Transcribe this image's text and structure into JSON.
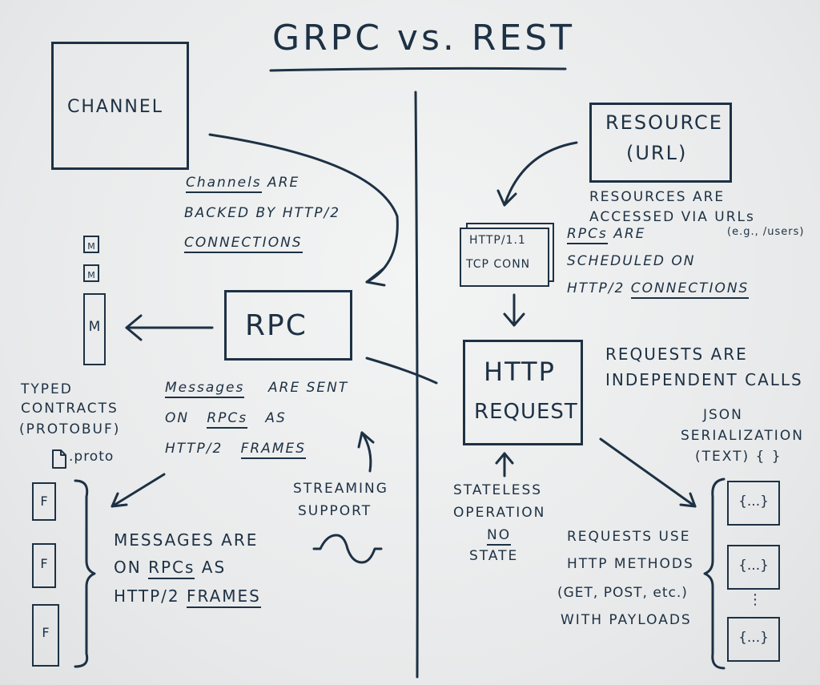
{
  "title": "GRPC vs. REST",
  "grpc": {
    "channel": "CHANNEL",
    "channels_note": {
      "line1_word": "Channels",
      "line1_rest": " ARE",
      "line2": "BACKED BY HTTP/2",
      "line3": "CONNECTIONS"
    },
    "msg_stack": [
      "M",
      "M",
      "M"
    ],
    "rpc": "RPC",
    "typed_contracts": [
      "TYPED",
      "CONTRACTS",
      "(PROTOBUF)"
    ],
    "proto_file": ".proto",
    "messages_sent": {
      "w1": "Messages",
      "w2": "ARE SENT",
      "w3": "ON",
      "w4": "RPCs",
      "w5": "AS",
      "w6": "HTTP/2",
      "w7": "FRAMES"
    },
    "streaming": [
      "STREAMING",
      "SUPPORT"
    ],
    "frames": [
      "F",
      "F",
      "F"
    ],
    "messages_are": {
      "line1": "MESSAGES ARE",
      "line2a": "ON ",
      "line2b": "RPCs",
      "line2c": " AS",
      "line3a": "HTTP/2 ",
      "line3b": "FRAMES"
    }
  },
  "rest": {
    "resource": [
      "RESOURCE",
      "(URL)"
    ],
    "resources_note": [
      "RESOURCES ARE",
      "ACCESSED VIA URLs"
    ],
    "example": "(e.g., /users)",
    "http11": [
      "HTTP/1.1",
      "TCP CONN"
    ],
    "rpcs_note": {
      "line1a": "RPCs",
      "line1b": " ARE",
      "line2": "SCHEDULED ON",
      "line3a": "HTTP/2 ",
      "line3b": "CONNECTIONS"
    },
    "http_request": [
      "HTTP",
      "REQUEST"
    ],
    "independent": [
      "REQUESTS ARE",
      "INDEPENDENT CALLS"
    ],
    "json": [
      "JSON",
      "SERIALIZATION",
      "(TEXT)"
    ],
    "json_braces": "{ }",
    "stateless": [
      "STATELESS",
      "OPERATION"
    ],
    "no_state": [
      "NO",
      "STATE"
    ],
    "methods": [
      "REQUESTS USE",
      "HTTP METHODS",
      "(GET, POST, etc.)",
      "WITH PAYLOADS"
    ],
    "payloads": [
      "{...}",
      "{...}",
      "{...}"
    ],
    "ellipsis": "⋮"
  }
}
